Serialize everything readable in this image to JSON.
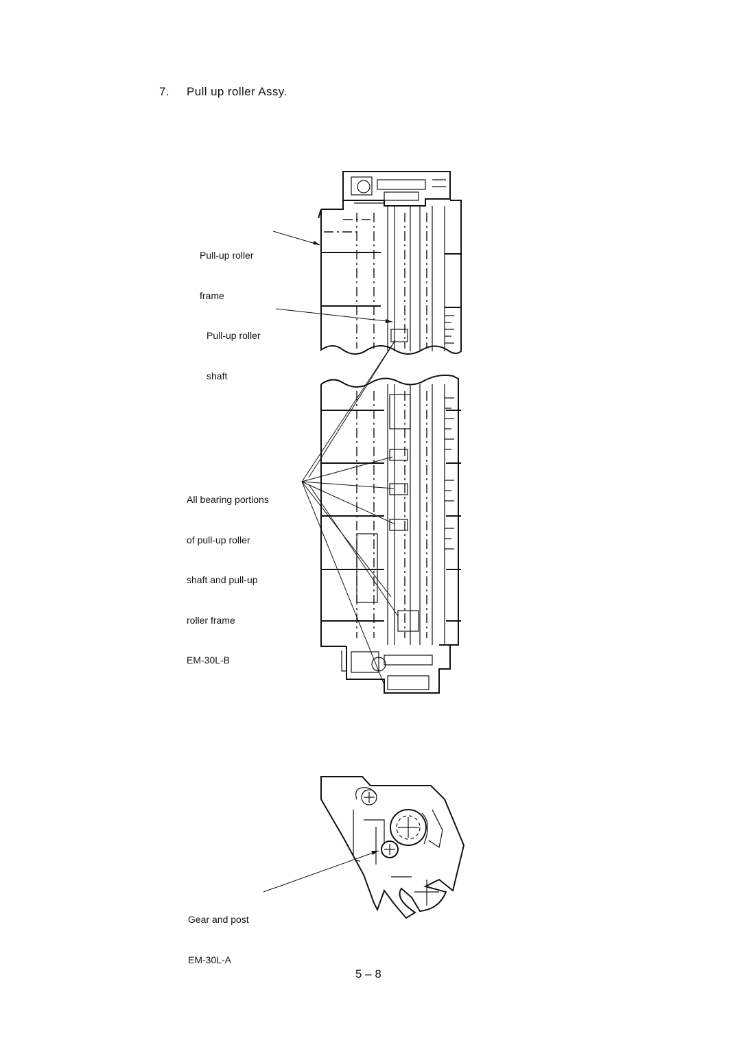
{
  "heading": {
    "number": "7.",
    "text": "Pull up roller Assy."
  },
  "callouts": {
    "frame": [
      "Pull-up roller",
      "frame"
    ],
    "shaft": [
      "Pull-up roller",
      "shaft"
    ],
    "bearings": [
      "All bearing portions",
      "of pull-up roller",
      "shaft and pull-up",
      "roller frame",
      "EM-30L-B"
    ],
    "gear": [
      "Gear and post",
      "EM-30L-A"
    ]
  },
  "page_number": "5 – 8"
}
